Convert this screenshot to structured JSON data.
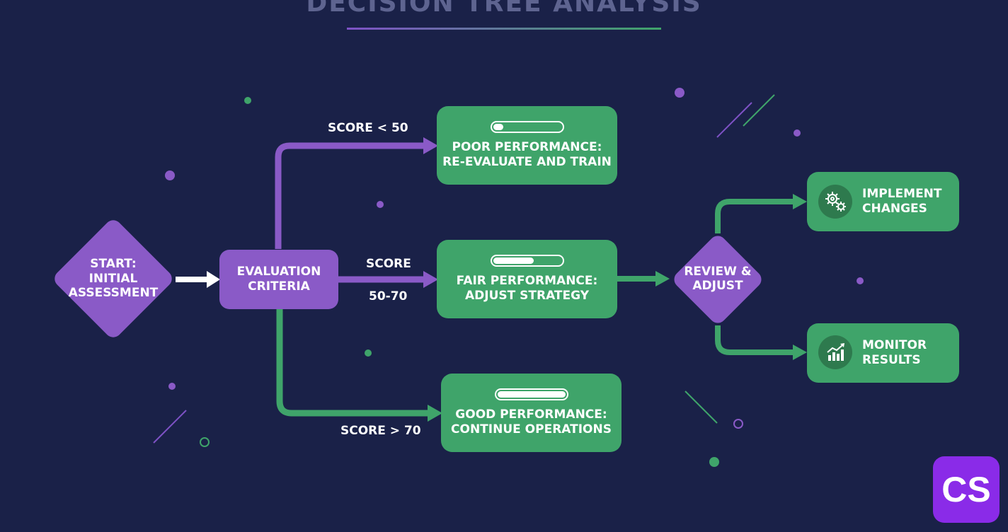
{
  "title": "DECISION TREE ANALYSIS",
  "colors": {
    "background": "#1a2148",
    "green": "#3fa46a",
    "purple": "#8a5ac7",
    "logo": "#8a2be8"
  },
  "nodes": {
    "start": {
      "line1": "START:",
      "line2": "INITIAL",
      "line3": "ASSESSMENT"
    },
    "evaluation": {
      "line1": "EVALUATION",
      "line2": "CRITERIA"
    },
    "poor": {
      "line1": "POOR PERFORMANCE:",
      "line2": "RE-EVALUATE AND TRAIN",
      "progress": 0.15
    },
    "fair": {
      "line1": "FAIR PERFORMANCE:",
      "line2": "ADJUST STRATEGY",
      "progress": 0.6
    },
    "good": {
      "line1": "GOOD PERFORMANCE:",
      "line2": "CONTINUE OPERATIONS",
      "progress": 1.0
    },
    "review": {
      "line1": "REVIEW &",
      "line2": "ADJUST"
    },
    "implement": {
      "line1": "IMPLEMENT",
      "line2": "CHANGES",
      "icon": "gears-icon"
    },
    "monitor": {
      "line1": "MONITOR",
      "line2": "RESULTS",
      "icon": "growth-chart-icon"
    }
  },
  "edge_labels": {
    "poor": "SCORE < 50",
    "fair_line1": "SCORE",
    "fair_line2": "50-70",
    "good": "SCORE > 70"
  },
  "logo": "CS"
}
